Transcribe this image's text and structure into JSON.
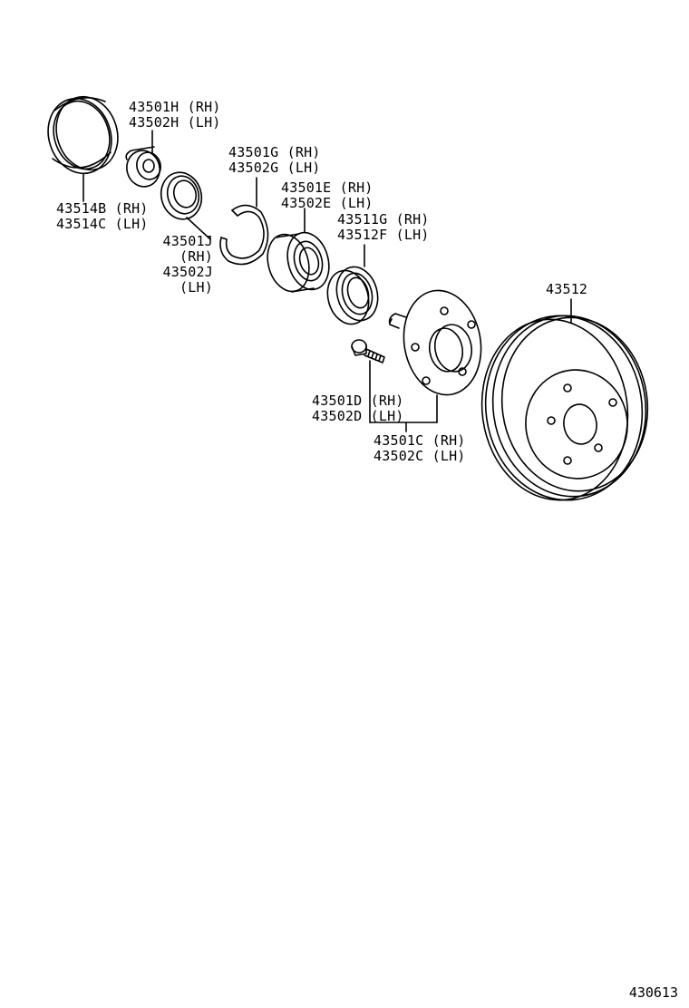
{
  "parts": [
    {
      "id": "dust-cap",
      "lines": [
        "43514B (RH)",
        "43514C (LH)"
      ]
    },
    {
      "id": "outer-collar",
      "lines": [
        "43501H (RH)",
        "43502H (LH)"
      ]
    },
    {
      "id": "seal-j",
      "lines": [
        "43501J",
        "(RH)",
        "43502J",
        "(LH)"
      ]
    },
    {
      "id": "snap-ring",
      "lines": [
        "43501G (RH)",
        "43502G (LH)"
      ]
    },
    {
      "id": "bearing",
      "lines": [
        "43501E (RH)",
        "43502E (LH)"
      ]
    },
    {
      "id": "inner-seal",
      "lines": [
        "43511G (RH)",
        "43512F (LH)"
      ]
    },
    {
      "id": "disc",
      "lines": [
        "43512"
      ]
    },
    {
      "id": "hub-bolt",
      "lines": [
        "43501D (RH)",
        "43502D (LH)"
      ]
    },
    {
      "id": "hub",
      "lines": [
        "43501C (RH)",
        "43502C (LH)"
      ]
    }
  ],
  "figure_code": "430613"
}
